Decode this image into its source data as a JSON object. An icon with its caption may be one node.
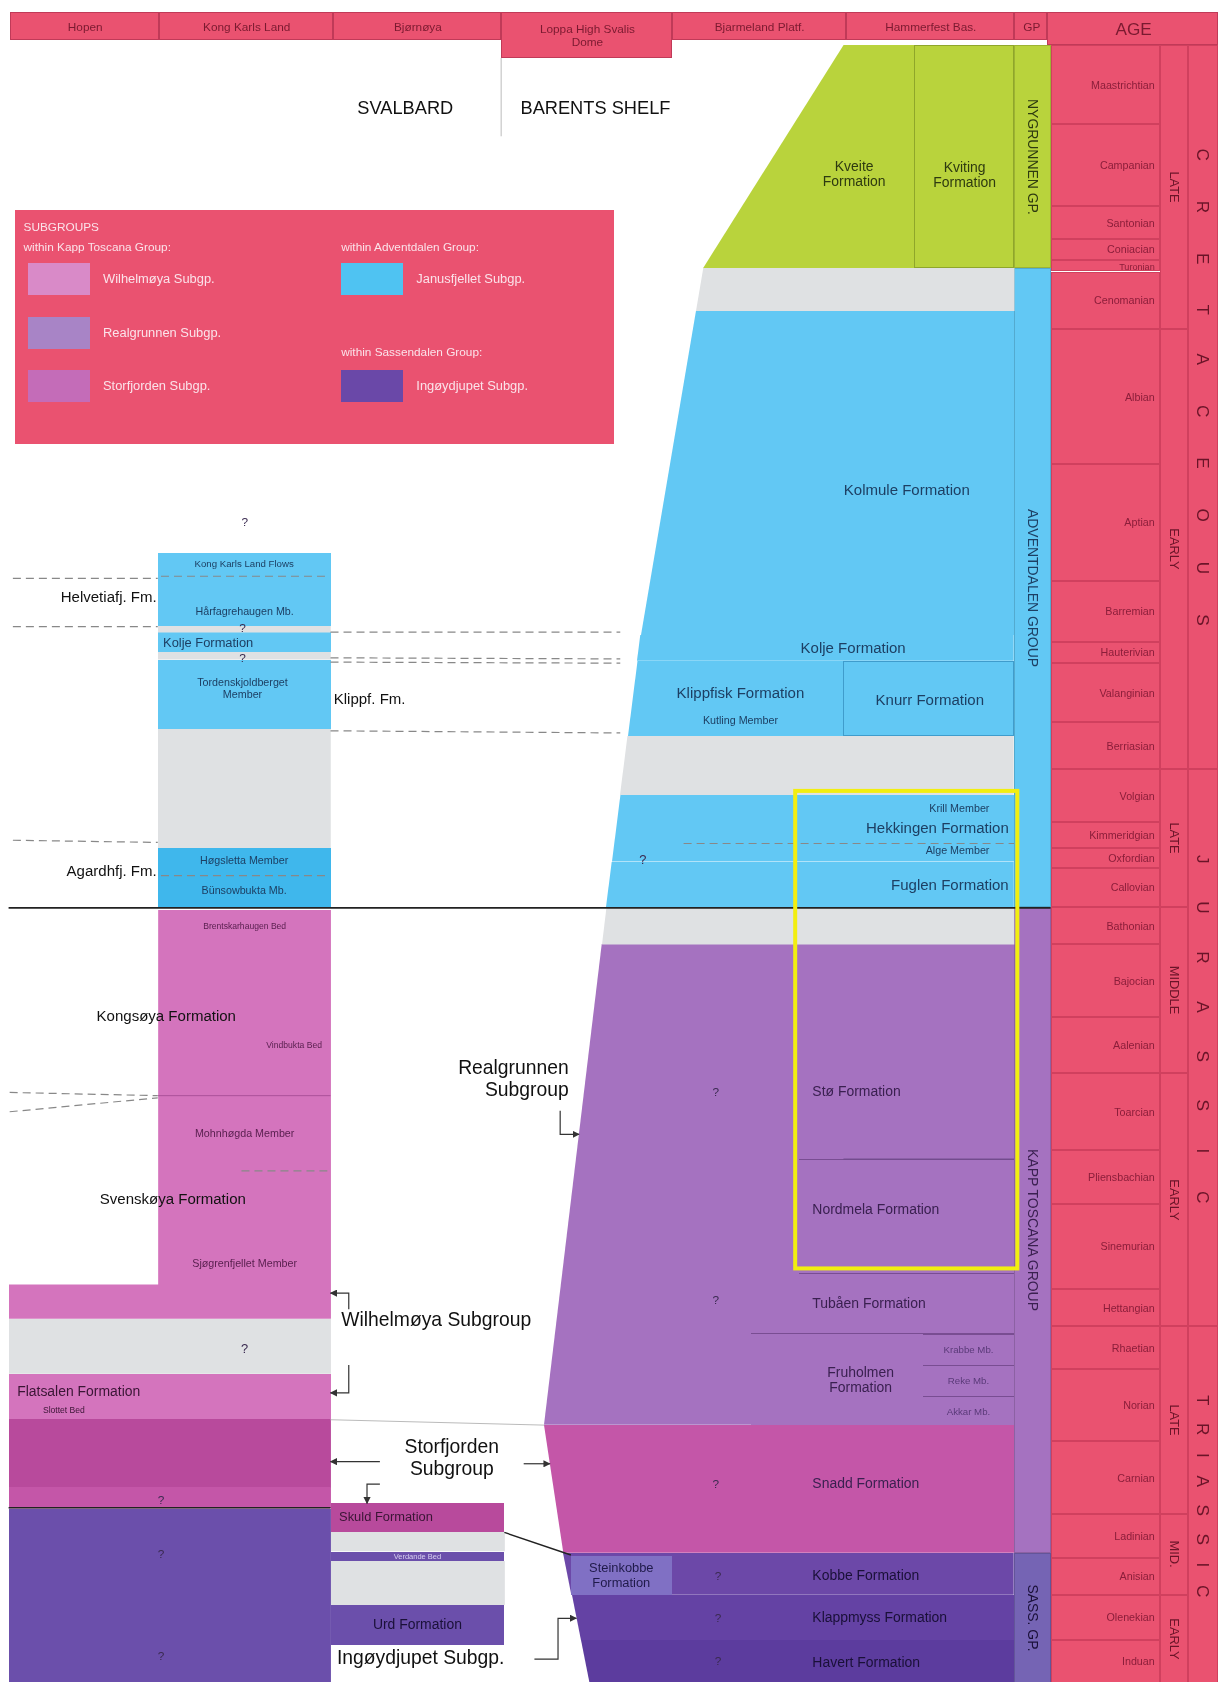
{
  "diagram": {
    "nodes": [
      {
        "text": [
          "Hopen"
        ]
      },
      {
        "text": [
          "Kong Karls Land"
        ]
      },
      {
        "text": [
          "Bjørnøya"
        ]
      },
      {
        "text": [
          "Loppa High Svalis Dome"
        ]
      },
      {
        "text": [
          "Bjarmeland Platf."
        ]
      },
      {
        "text": [
          "Hammerfest Bas."
        ]
      },
      {
        "text": [
          "GP"
        ]
      },
      {
        "text": [
          "AGE"
        ]
      },
      {
        "text": [
          "SUBGROUPS",
          "within Kapp Toscana Group:",
          "within Adventdalen Group:",
          "within Sassendalen Group:"
        ]
      },
      {
        "text": [
          "Kveite Formation"
        ]
      },
      {
        "text": [
          "Kviting Formation"
        ]
      },
      {
        "text": [
          "Kolmule Formation"
        ]
      },
      {
        "text": [
          "Kong Karls Land Flows"
        ]
      },
      {
        "text": [
          "Hårfagrehaugen Mb."
        ]
      },
      {
        "text": [
          "Kolje Formation"
        ]
      },
      {
        "text": [
          "Kolje Formation"
        ]
      },
      {
        "text": [
          "Tordenskjoldberget Member"
        ]
      },
      {
        "text": [
          "Klippfisk Formation",
          "Kutling Member"
        ]
      },
      {
        "text": [
          "Knurr Formation"
        ]
      },
      {
        "text": [
          "Krill Member",
          "Hekkingen Formation",
          "Alge Member"
        ]
      },
      {
        "text": [
          "Høgsletta Member"
        ]
      },
      {
        "text": [
          "Bünsowbukta Mb."
        ]
      },
      {
        "text": [
          "Fuglen Formation"
        ]
      },
      {
        "text": [
          "Brentskarhaugen Bed",
          "Vindbukta Bed",
          "Mohnhøgda Member",
          "Sjøgrenfjellet Member"
        ]
      },
      {
        "text": [
          "Realgrunnen Subgroup"
        ]
      },
      {
        "text": [
          "Stø Formation"
        ],
        "in": 95
      },
      {
        "text": [
          "Nordmela Formation"
        ],
        "in": 95
      },
      {
        "text": [
          "Tubåen Formation"
        ],
        "in": 95
      },
      {
        "text": [
          "Wilhelmøya Subgroup"
        ]
      },
      {
        "text": [
          "Fruholmen Formation"
        ],
        "in": 95
      },
      {
        "text": [
          "Krabbe Mb."
        ],
        "in": 29
      },
      {
        "text": [
          "Reke Mb."
        ],
        "in": 29
      },
      {
        "text": [
          "Akkar Mb."
        ],
        "in": 29
      },
      {
        "text": [
          "Flatsalen Formation",
          "Slottet Bed"
        ]
      },
      {
        "text": [
          "Storfjorden Subgroup"
        ]
      },
      {
        "text": [
          "Snadd Formation"
        ]
      },
      {
        "text": [
          "Skuld Formation"
        ]
      },
      {
        "text": [
          "Verdande Bed"
        ]
      },
      {
        "text": [
          "Steinkobbe Formation"
        ],
        "in": 39
      },
      {
        "text": [
          "Kobbe Formation"
        ]
      },
      {
        "text": [
          "Klappmyss Formation"
        ]
      },
      {
        "text": [
          "Urd Formation"
        ]
      },
      {
        "text": [
          "Ingøydjupet Subgp."
        ]
      },
      {
        "text": [
          "Havert Formation"
        ]
      },
      {
        "text": [
          "NYGRUNNEN GP."
        ]
      },
      {
        "text": [
          "ADVENTDALEN GROUP"
        ]
      },
      {
        "text": [
          "KAPP TOSCANA GROUP"
        ]
      },
      {
        "text": [
          "SASS. GP."
        ]
      },
      {
        "text": [
          "Maastrichtian"
        ]
      },
      {
        "text": [
          "Campanian"
        ]
      },
      {
        "text": [
          "Santonian"
        ]
      },
      {
        "text": [
          "Coniacian"
        ]
      },
      {
        "text": [
          "Turonian"
        ]
      },
      {
        "text": [
          "Cenomanian"
        ]
      },
      {
        "text": [
          "Albian"
        ]
      },
      {
        "text": [
          "Aptian"
        ]
      },
      {
        "text": [
          "Barremian"
        ]
      },
      {
        "text": [
          "Hauterivian"
        ]
      },
      {
        "text": [
          "Valanginian"
        ]
      },
      {
        "text": [
          "Berriasian"
        ]
      },
      {
        "text": [
          "Volgian"
        ]
      },
      {
        "text": [
          "Kimmeridgian"
        ]
      },
      {
        "text": [
          "Oxfordian"
        ]
      },
      {
        "text": [
          "Callovian"
        ]
      },
      {
        "text": [
          "Bathonian"
        ]
      },
      {
        "text": [
          "Bajocian"
        ]
      },
      {
        "text": [
          "Aalenian"
        ]
      },
      {
        "text": [
          "Toarcian"
        ]
      },
      {
        "text": [
          "Pliensbachian"
        ]
      },
      {
        "text": [
          "Sinemurian"
        ]
      },
      {
        "text": [
          "Hettangian"
        ]
      },
      {
        "text": [
          "Rhaetian"
        ]
      },
      {
        "text": [
          "Norian"
        ]
      },
      {
        "text": [
          "Carnian"
        ]
      },
      {
        "text": [
          "Ladinian"
        ]
      },
      {
        "text": [
          "Anisian"
        ]
      },
      {
        "text": [
          "Olenekian"
        ]
      },
      {
        "text": [
          "Induan"
        ]
      },
      {
        "text": [
          "LATE"
        ]
      },
      {
        "text": [
          "EARLY"
        ]
      },
      {
        "text": [
          "LATE"
        ]
      },
      {
        "text": [
          "MIDDLE"
        ]
      },
      {
        "text": [
          "EARLY"
        ]
      },
      {
        "text": [
          "LATE"
        ]
      },
      {
        "text": [
          "MID."
        ]
      },
      {
        "text": [
          "EARLY"
        ]
      },
      {
        "text": [
          "CRETACEOUS"
        ]
      },
      {
        "text": [
          "JURASSIC"
        ]
      },
      {
        "text": [
          "TRIASSIC"
        ]
      },
      {
        "text": [],
        "shape": "box"
      },
      {
        "text": [],
        "shape": "box"
      },
      {
        "text": [],
        "shape": "box"
      },
      {
        "text": [],
        "shape": "box"
      },
      {
        "text": [],
        "shape": "box"
      },
      {
        "text": [],
        "shape": "box"
      },
      {
        "text": [],
        "shape": "box"
      },
      {
        "text": [],
        "shape": "box"
      },
      {
        "text": [],
        "shape": "box"
      },
      {
        "text": [],
        "shape": "box"
      },
      {
        "text": [],
        "shape": "box"
      },
      {
        "text": [],
        "shape": "box"
      },
      {
        "text": [],
        "shape": "box"
      }
    ],
    "edges": [
      {
        "from": 24,
        "to": 95,
        "arrow": "to"
      },
      {
        "from": 28,
        "to": 23,
        "arrow": "to"
      },
      {
        "from": 28,
        "to": 33,
        "arrow": "to"
      },
      {
        "from": 34,
        "to": 97,
        "arrow": "to"
      },
      {
        "from": 34,
        "to": 36,
        "arrow": "to"
      },
      {
        "from": 34,
        "to": 35,
        "arrow": "to"
      },
      {
        "from": 42,
        "to": 40,
        "arrow": "to"
      }
    ],
    "labels": [
      "SVALBARD",
      "BARENTS SHELF",
      "?",
      "Helvetiafj. Fm.",
      "?",
      "?",
      "Klippf. Fm.",
      "?",
      "Agardhfj. Fm.",
      "Kongsøya Formation",
      "?",
      "Svenskøya Formation",
      "?",
      "?",
      "?",
      "?",
      "?",
      "?",
      "?",
      "?",
      "?"
    ],
    "legend": [
      {
        "text": "Wilhelmøya Subgp.",
        "color": "#d98ac8"
      },
      {
        "text": "Realgrunnen Subgp.",
        "color": "#a884c6"
      },
      {
        "text": "Storfjorden Subgp.",
        "color": "#c46cb8"
      },
      {
        "text": "Janusfjellet Subgp.",
        "color": "#4fc3f2"
      },
      {
        "text": "Ingøydjupet Subgp.",
        "color": "#6a48a8"
      }
    ]
  }
}
